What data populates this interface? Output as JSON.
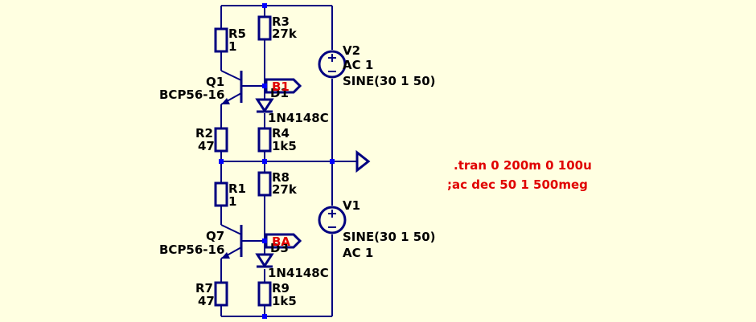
{
  "components": {
    "r3": {
      "ref": "R3",
      "value": "27k"
    },
    "r5": {
      "ref": "R5",
      "value": "1"
    },
    "q1": {
      "ref": "Q1",
      "value": "BCP56-16"
    },
    "d1": {
      "ref": "D1",
      "value": "1N4148C"
    },
    "r2": {
      "ref": "R2",
      "value": "47"
    },
    "r4": {
      "ref": "R4",
      "value": "1k5"
    },
    "v2": {
      "ref": "V2",
      "line1": "AC 1",
      "line2": "SINE(30 1 50)"
    },
    "r8": {
      "ref": "R8",
      "value": "27k"
    },
    "r1": {
      "ref": "R1",
      "value": "1"
    },
    "q7": {
      "ref": "Q7",
      "value": "BCP56-16"
    },
    "d3": {
      "ref": "D3",
      "value": "1N4148C"
    },
    "r7": {
      "ref": "R7",
      "value": "47"
    },
    "r9": {
      "ref": "R9",
      "value": "1k5"
    },
    "v1": {
      "ref": "V1",
      "line1": "SINE(30 1 50)",
      "line2": "AC 1"
    }
  },
  "net_labels": {
    "b1": "B1",
    "ba": "BA"
  },
  "directives": {
    "tran": ".tran 0 200m 0 100u",
    "ac": ";ac dec 50 1 500meg"
  },
  "colors": {
    "background": "#FFFFE1",
    "wire": "#000080",
    "junction": "#0000FF",
    "directive": "#E00000",
    "text": "#000000"
  }
}
